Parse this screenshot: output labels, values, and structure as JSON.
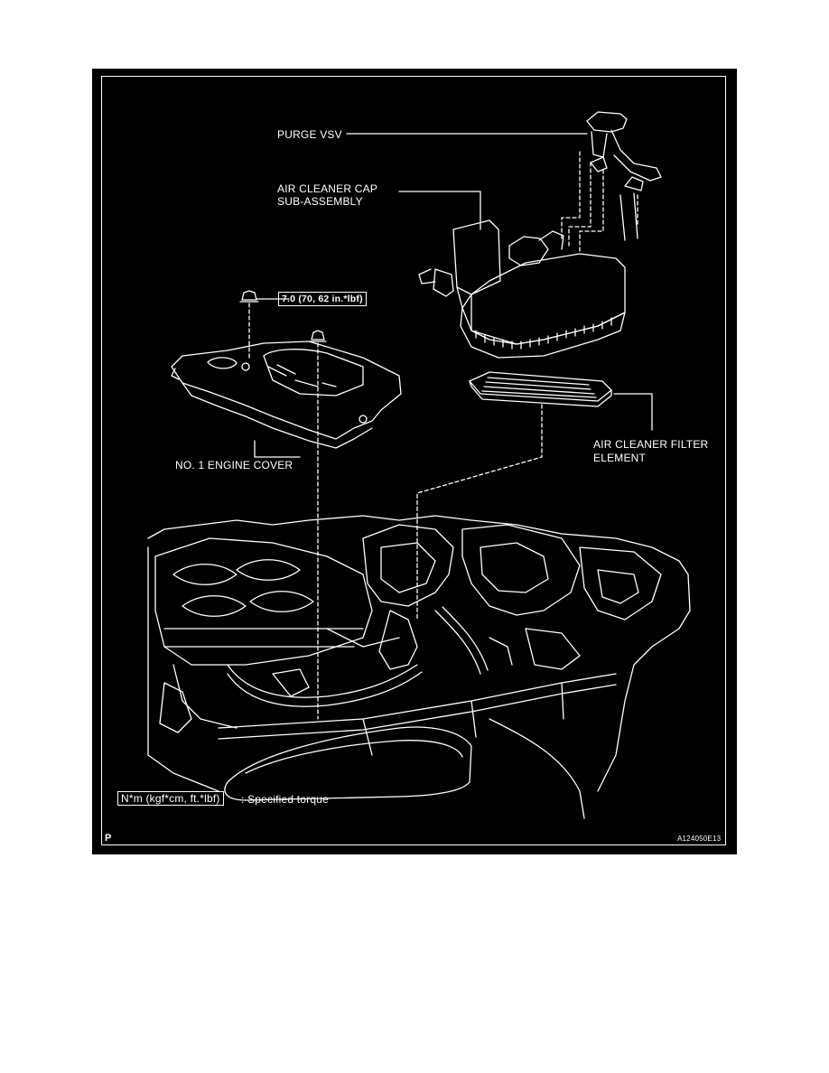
{
  "labels": {
    "purge_vsv": "PURGE VSV",
    "air_cleaner_cap_line1": "AIR CLEANER CAP",
    "air_cleaner_cap_line2": "SUB-ASSEMBLY",
    "torque_spec": "7.0 (70, 62 in.*lbf)",
    "air_cleaner_filter_line1": "AIR CLEANER FILTER",
    "air_cleaner_filter_line2": "ELEMENT",
    "engine_cover": "NO. 1 ENGINE COVER",
    "legend_unit": "N*m (kgf*cm, ft.*lbf)",
    "legend_text": ": Specified torque",
    "corner_letter": "P",
    "figure_code": "A124050E13"
  },
  "colors": {
    "background": "#000000",
    "line": "#ffffff",
    "page": "#ffffff"
  }
}
